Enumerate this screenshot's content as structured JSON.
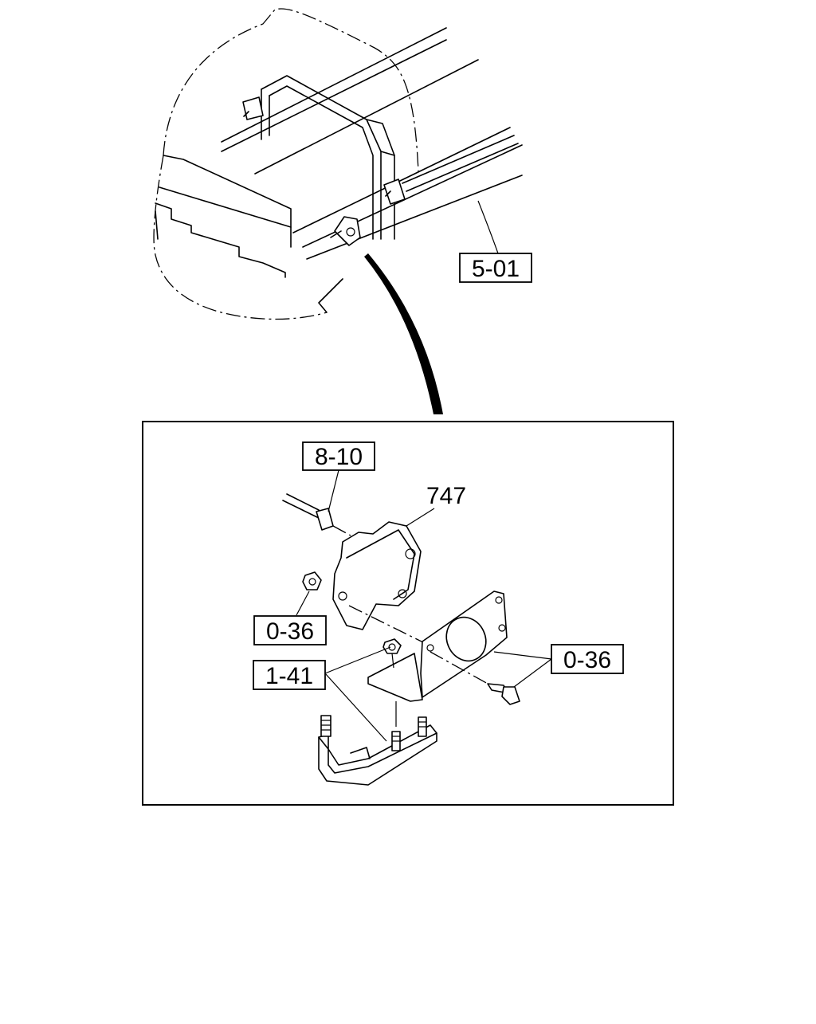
{
  "callouts": {
    "ref_5_01": "5-01",
    "ref_8_10": "8-10",
    "part_747": "747",
    "ref_0_36_left": "0-36",
    "ref_0_36_right": "0-36",
    "ref_1_41": "1-41"
  }
}
